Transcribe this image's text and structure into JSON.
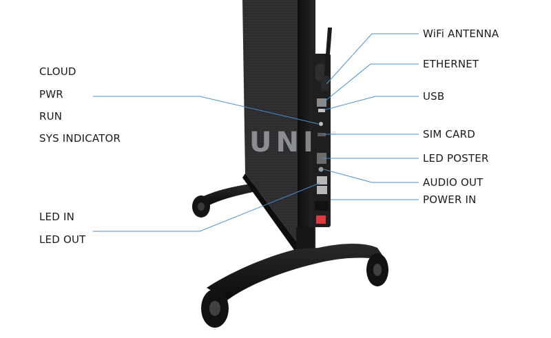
{
  "colors": {
    "leader_line": "#4a90c8",
    "label_text": "#1a1a1a",
    "panel": "#2b2b2d",
    "frame": "#111111",
    "power_switch": "#e0393e",
    "watermark": "#d7dde3"
  },
  "watermark": "UNIT",
  "labels_left": [
    {
      "id": "cloud",
      "text": "CLOUD"
    },
    {
      "id": "pwr",
      "text": "PWR"
    },
    {
      "id": "run",
      "text": "RUN"
    },
    {
      "id": "sys-indicator",
      "text": "SYS INDICATOR"
    },
    {
      "id": "led-in",
      "text": "LED IN"
    },
    {
      "id": "led-out",
      "text": "LED OUT"
    }
  ],
  "labels_right": [
    {
      "id": "wifi-antenna",
      "text": "WiFi ANTENNA"
    },
    {
      "id": "ethernet",
      "text": "ETHERNET"
    },
    {
      "id": "usb",
      "text": "USB"
    },
    {
      "id": "sim-card",
      "text": "SIM CARD"
    },
    {
      "id": "led-poster",
      "text": "LED POSTER"
    },
    {
      "id": "audio-out",
      "text": "AUDIO OUT"
    },
    {
      "id": "power-in",
      "text": "POWER IN"
    }
  ]
}
